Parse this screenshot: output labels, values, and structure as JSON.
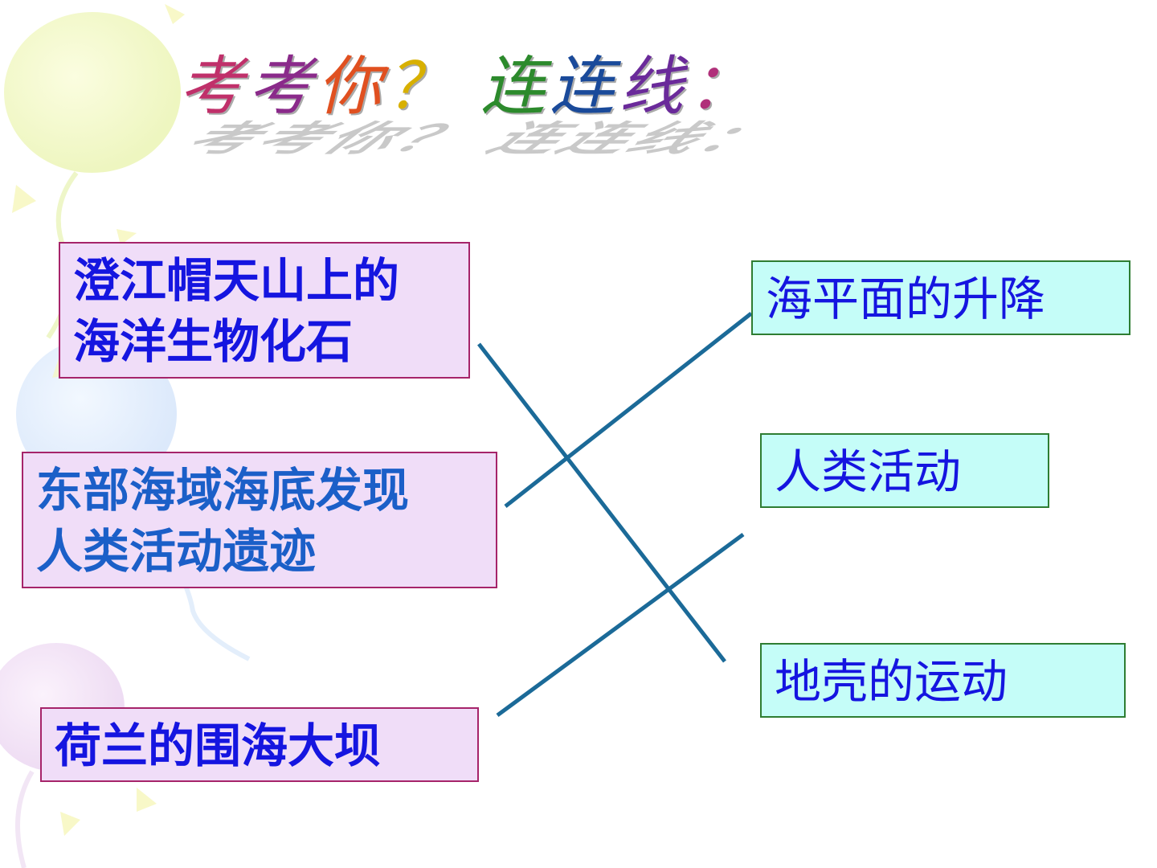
{
  "title": {
    "chars": [
      "考",
      "考",
      "你",
      "？",
      " ",
      "连",
      "连",
      "线",
      "："
    ],
    "colors": [
      "#c0306a",
      "#8a2a8a",
      "#e05020",
      "#d8b000",
      "#ffffff",
      "#2c8a2c",
      "#1a4a9a",
      "#6a2a9a",
      "#b0307a"
    ]
  },
  "left_items": [
    {
      "line1": "澄江帽天山上的",
      "line2": "海洋生物化石",
      "color": "#1515e0"
    },
    {
      "line1": "东部海域海底发现",
      "line2": "人类活动遗迹",
      "color": "#1b5fc8"
    },
    {
      "line1": "荷兰的围海大坝",
      "line2": "",
      "color": "#1515e0"
    }
  ],
  "right_items": [
    {
      "label": "海平面的升降",
      "color": "#1515e0"
    },
    {
      "label": "人类活动",
      "color": "#1515e0"
    },
    {
      "label": "地壳的运动",
      "color": "#1515e0"
    }
  ],
  "colors": {
    "connector": "#1b6a98"
  }
}
